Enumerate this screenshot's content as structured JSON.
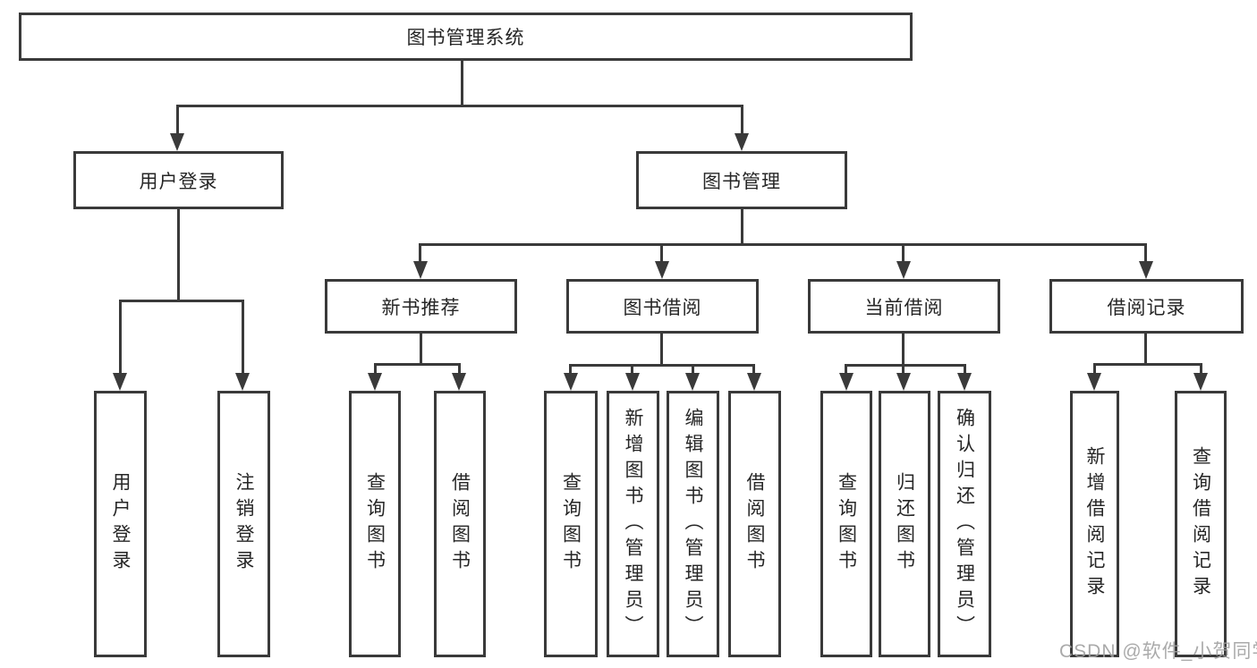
{
  "tree": {
    "label": "图书管理系统",
    "children": [
      {
        "label": "用户登录",
        "children": [
          {
            "label": "用户登录"
          },
          {
            "label": "注销登录"
          }
        ]
      },
      {
        "label": "图书管理",
        "children": [
          {
            "label": "新书推荐",
            "children": [
              {
                "label": "查询图书"
              },
              {
                "label": "借阅图书"
              }
            ]
          },
          {
            "label": "图书借阅",
            "children": [
              {
                "label": "查询图书"
              },
              {
                "label": "新增图书（管理员）"
              },
              {
                "label": "编辑图书（管理员）"
              },
              {
                "label": "借阅图书"
              }
            ]
          },
          {
            "label": "当前借阅",
            "children": [
              {
                "label": "查询图书"
              },
              {
                "label": "归还图书"
              },
              {
                "label": "确认归还（管理员）"
              }
            ]
          },
          {
            "label": "借阅记录",
            "children": [
              {
                "label": "新增借阅记录"
              },
              {
                "label": "查询借阅记录"
              }
            ]
          }
        ]
      }
    ]
  },
  "watermark": {
    "text": "CSDN @软件_小贺同学"
  },
  "colors": {
    "line": "#3a3a3a",
    "background": "#ffffff",
    "text": "#262626",
    "watermark": "#9e9e9e"
  }
}
